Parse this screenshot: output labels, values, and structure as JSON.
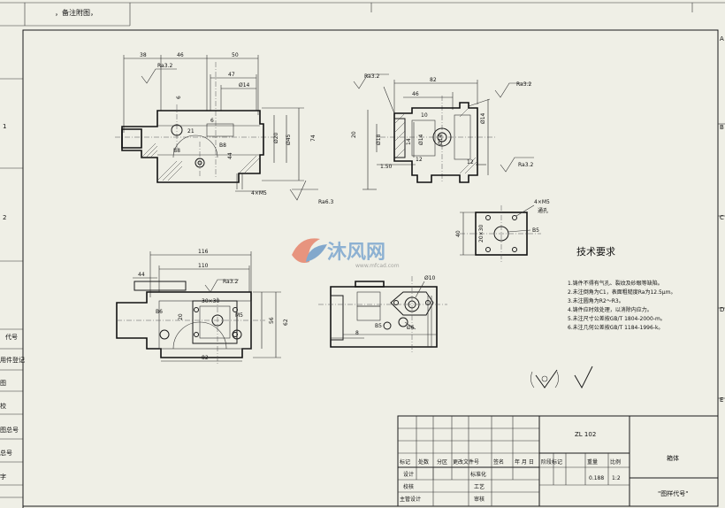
{
  "top_left_label": "，备注附图，",
  "views": {
    "front_dims": [
      "38",
      "46",
      "50",
      "47",
      "Ø14",
      "Ra3.2",
      "21",
      "6",
      "6",
      "Ø20",
      "Ø45",
      "74",
      "44",
      "B8",
      "B8",
      "4×M5",
      "Ra6.3"
    ],
    "side_dims": [
      "82",
      "46",
      "Ra3.2",
      "Ra3.2",
      "Ø18",
      "Ø14",
      "10",
      "20",
      "14",
      "Ø14",
      "12",
      "1.50",
      "12",
      "Ra3.2",
      "Ø14"
    ],
    "small_view_dims": [
      "4×M5",
      "通孔",
      "40",
      "20×30",
      "B5"
    ],
    "top_dims": [
      "116",
      "110",
      "44",
      "Ra3.2",
      "30×30",
      "20",
      "B6",
      "M5",
      "56",
      "62",
      "82"
    ],
    "right_dims": [
      "Ø10",
      "B5",
      "Ø6",
      "8"
    ]
  },
  "technical_requirements": {
    "title": "技术要求",
    "items": [
      "1.铸件不得有气孔、裂纹及砂眼等缺陷。",
      "2.未注倒角为C1，表面粗糙度Ra为12.5μm。",
      "3.未注圆角为R2～R3。",
      "4.铸件应时效处理，以消除内应力。",
      "5.未注尺寸公差按GB/T 1804-2000-m。",
      "6.未注几何公差按GB/T 1184-1996-k。"
    ]
  },
  "watermark": {
    "text": "沐风网",
    "url": "www.mfcad.com"
  },
  "left_strip": [
    "代号",
    "用件登记",
    "图",
    "校",
    "图总号",
    "总号",
    "字"
  ],
  "border_letters": [
    "A",
    "B",
    "C",
    "D",
    "E"
  ],
  "border_numbers": [
    "1",
    "2"
  ],
  "title_block": {
    "drawing_code": "ZL 102",
    "part_name": "箱体",
    "drawing_number": "\"图样代号\"",
    "weight": "0.188",
    "scale": "1:2",
    "headers": [
      "标记",
      "处数",
      "分区",
      "更改文件号",
      "签名",
      "年 月 日"
    ],
    "stage_headers": [
      "阶段标记",
      "重量",
      "比例"
    ],
    "rows": [
      "设计",
      "标准化",
      "校核",
      "工艺",
      "主管设计",
      "审核"
    ]
  }
}
